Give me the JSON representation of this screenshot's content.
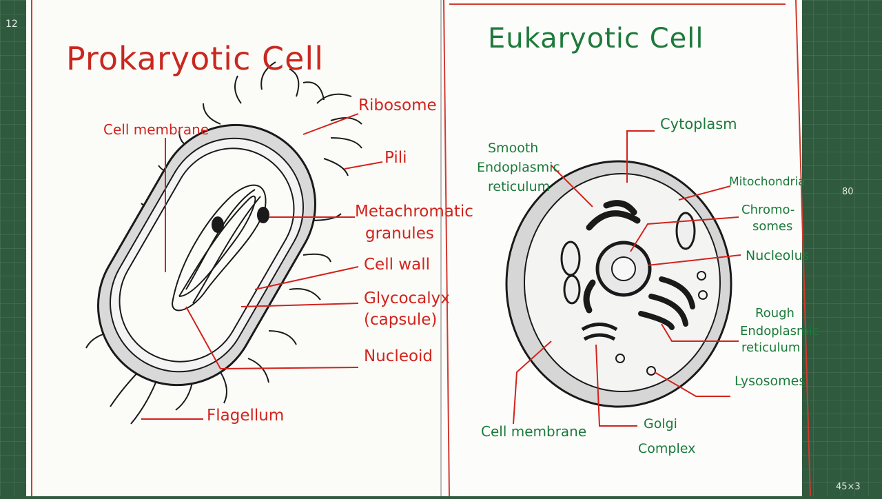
{
  "titles": {
    "prokaryotic": "Prokaryotic Cell",
    "eukaryotic": "Eukaryotic Cell"
  },
  "prokaryotic_labels": {
    "cell_membrane": "Cell membrane",
    "ribosome": "Ribosome",
    "pili": "Pili",
    "metachromatic": "Metachromatic",
    "granules": "granules",
    "cell_wall": "Cell wall",
    "glycocalyx": "Glycocalyx",
    "capsule": "(capsule)",
    "nucleoid": "Nucleoid",
    "flagellum": "Flagellum"
  },
  "eukaryotic_labels": {
    "cytoplasm": "Cytoplasm",
    "smooth_er_1": "Smooth",
    "smooth_er_2": "Endoplasmic",
    "smooth_er_3": "reticulum",
    "mitochondria": "Mitochondria",
    "chromosomes_1": "Chromo-",
    "chromosomes_2": "somes",
    "nucleolus": "Nucleolus",
    "rough_er_1": "Rough",
    "rough_er_2": "Endoplasmic",
    "rough_er_3": "reticulum",
    "lysosomes": "Lysosomes",
    "cell_membrane": "Cell membrane",
    "golgi_1": "Golgi",
    "golgi_2": "Complex"
  },
  "ruler_marks": [
    "12",
    "80",
    "45×3"
  ],
  "colors": {
    "mat": "#2f5a3e",
    "paper": "#fbfbf8",
    "margin_line": "#d23a30",
    "label_red": "#d2231c",
    "label_green": "#1b7a3a",
    "ink": "#1a1a1a"
  }
}
